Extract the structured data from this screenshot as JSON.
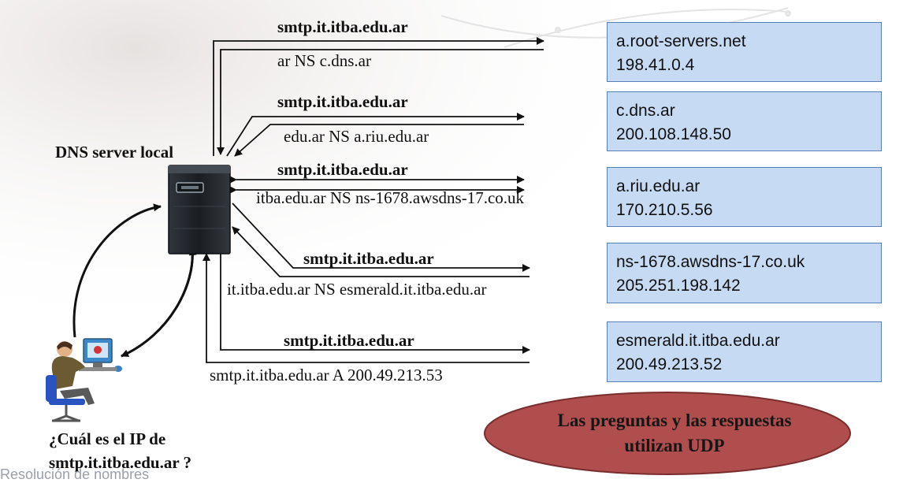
{
  "title": "DNS server local",
  "question": {
    "line1": "¿Cuál es el IP de",
    "line2": "smtp.it.itba.edu.ar ?"
  },
  "footer": "Resolución de nombres",
  "exchanges": [
    {
      "query": "smtp.it.itba.edu.ar",
      "answer": "ar   NS c.dns.ar"
    },
    {
      "query": "smtp.it.itba.edu.ar",
      "answer": "edu.ar   NS a.riu.edu.ar"
    },
    {
      "query": "smtp.it.itba.edu.ar",
      "answer": "itba.edu.ar   NS ns-1678.awsdns-17.co.uk"
    },
    {
      "query": "smtp.it.itba.edu.ar",
      "answer": "it.itba.edu.ar   NS esmerald.it.itba.edu.ar"
    },
    {
      "query": "smtp.it.itba.edu.ar",
      "answer": "smtp.it.itba.edu.ar  A 200.49.213.53"
    }
  ],
  "servers": [
    {
      "name": "a.root-servers.net",
      "ip": "198.41.0.4"
    },
    {
      "name": "c.dns.ar",
      "ip": "200.108.148.50"
    },
    {
      "name": "a.riu.edu.ar",
      "ip": "170.210.5.56"
    },
    {
      "name": "ns-1678.awsdns-17.co.uk",
      "ip": "205.251.198.142"
    },
    {
      "name": "esmerald.it.itba.edu.ar",
      "ip": "200.49.213.52"
    }
  ],
  "note": {
    "line1": "Las preguntas y las respuestas",
    "line2": "utilizan UDP"
  },
  "colors": {
    "box_fill": "#c7daf3",
    "box_border": "#5a7fb8",
    "ellipse_fill": "#b04e4e",
    "ellipse_border": "#7a2d2d",
    "server_body": "#1e2328"
  },
  "icons": [
    "server-icon",
    "user-at-computer-icon"
  ]
}
